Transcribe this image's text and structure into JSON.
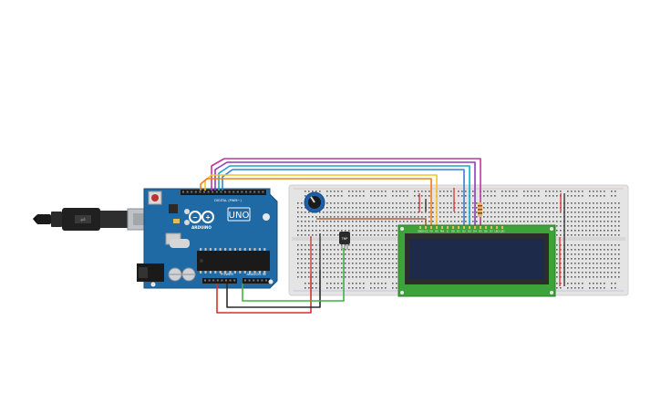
{
  "circuit": {
    "board": {
      "brand": "ARDUINO",
      "model": "UNO",
      "digital_header": "DIGITAL (PWM~)",
      "power_header": "POWER",
      "analog_header": "ANALOG IN",
      "color": "#1f6aa5"
    },
    "lcd": {
      "pin_labels": [
        "GND",
        "VCC",
        "V0",
        "RS",
        "RW",
        "E",
        "D0",
        "D1",
        "D2",
        "D3",
        "D4",
        "D5",
        "D6",
        "D7",
        "LED",
        "LED"
      ],
      "pcb_color": "#3da23a",
      "screen_color": "#1e2a4a"
    },
    "sensor": {
      "label": "TMP"
    },
    "components": [
      {
        "name": "usb-cable",
        "interactive": true
      },
      {
        "name": "arduino-uno",
        "interactive": true
      },
      {
        "name": "breadboard",
        "interactive": true
      },
      {
        "name": "potentiometer",
        "interactive": true
      },
      {
        "name": "temperature-sensor",
        "interactive": true
      },
      {
        "name": "resistor",
        "interactive": true
      },
      {
        "name": "lcd-16x2",
        "interactive": true
      }
    ],
    "wire_colors": {
      "red": "#d8312d",
      "black": "#2b2b2b",
      "green": "#3fb33f",
      "orange": "#ef7f1a",
      "yellow": "#f2c523",
      "blue": "#3a7fd0",
      "cyan": "#17a7c9",
      "magenta": "#c2379a",
      "purple": "#8e3ab8",
      "brown": "#9b4a1f"
    }
  }
}
